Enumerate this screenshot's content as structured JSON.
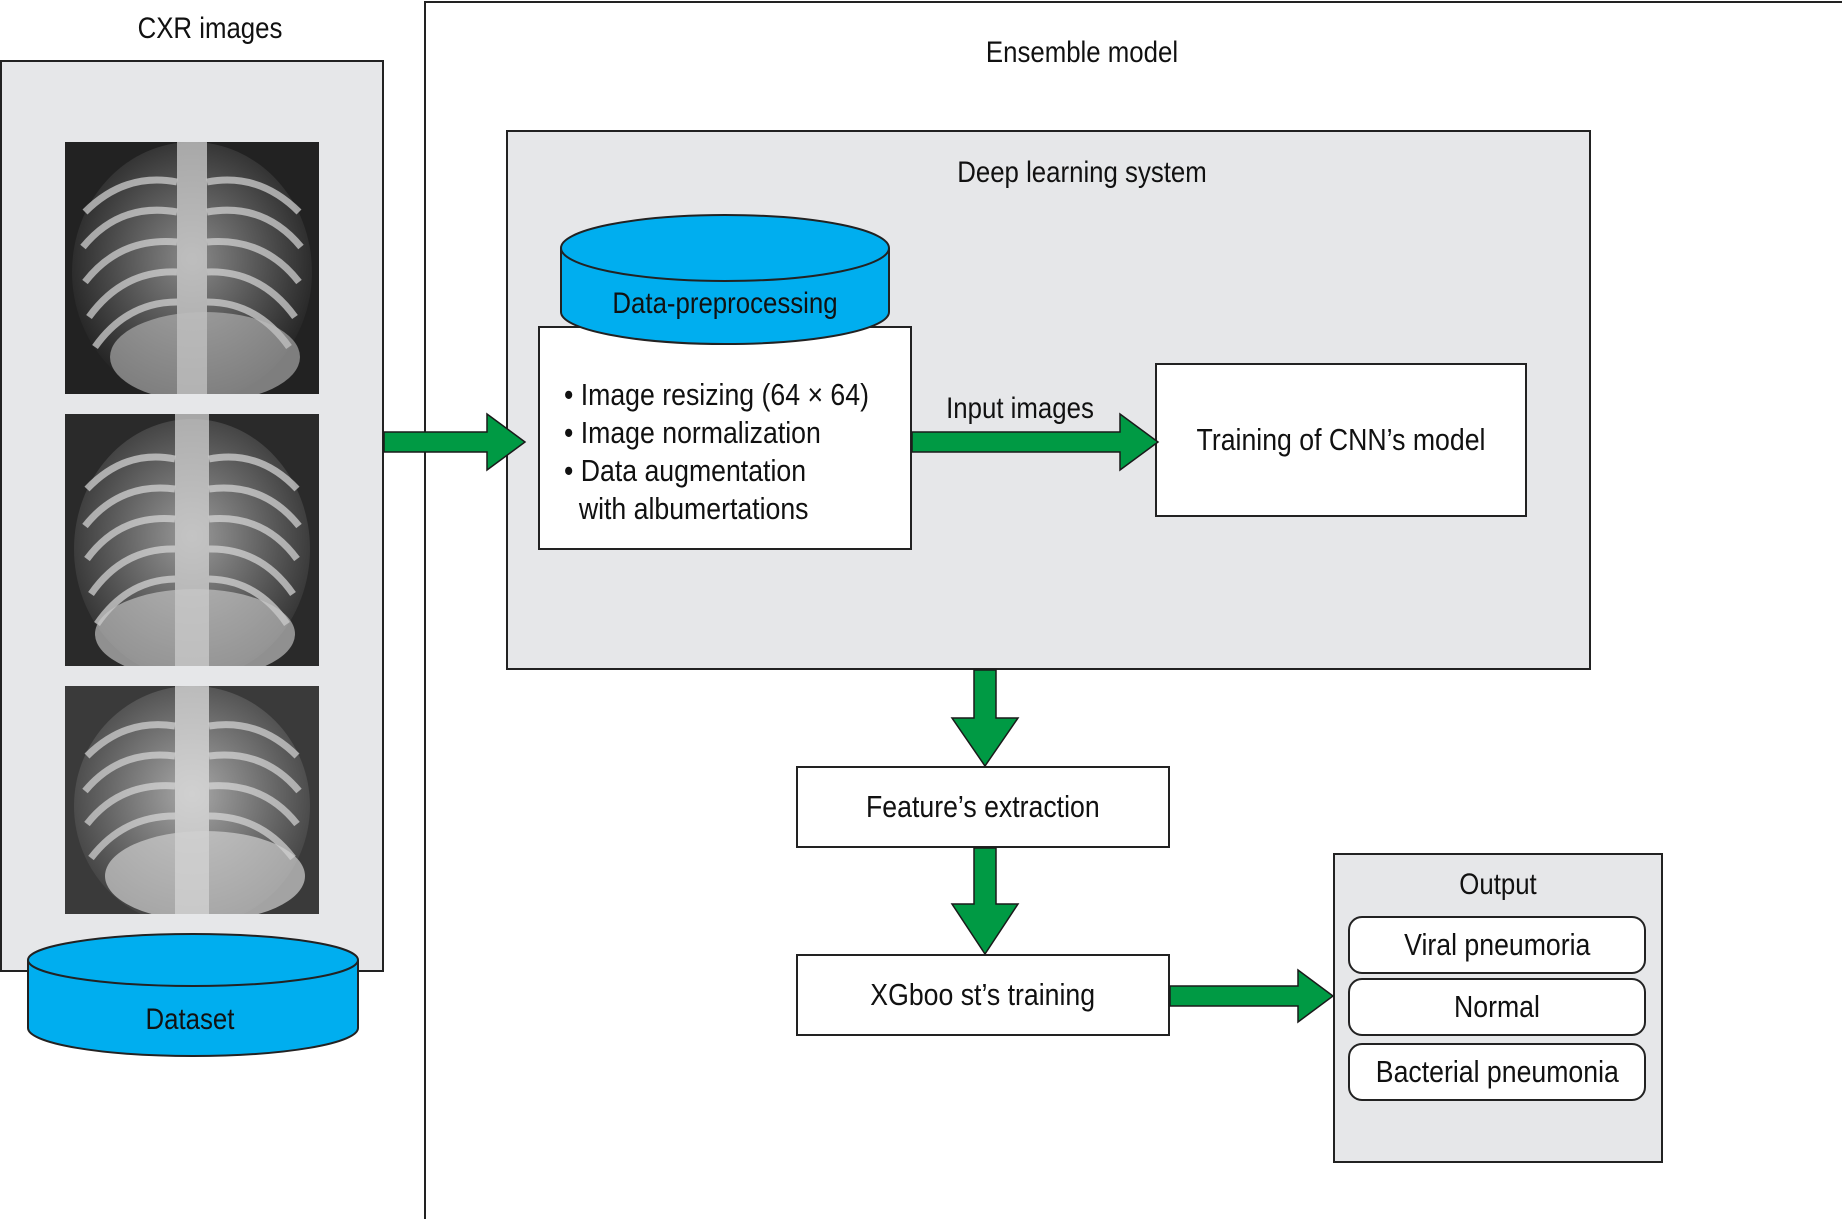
{
  "left_panel": {
    "title": "CXR images",
    "dataset_label": "Dataset"
  },
  "ensemble": {
    "title": "Ensemble model"
  },
  "deep_learning": {
    "title": "Deep learning system",
    "preprocessing_label": "Data-preprocessing",
    "steps": [
      "• Image resizing (64 × 64)",
      "• Image normalization",
      "• Data augmentation",
      "  with albumertations"
    ],
    "arrow_label": "Input images",
    "training_label": "Training of CNN’s model"
  },
  "feature_extraction_label": "Feature’s extraction",
  "xgboost_label": "XGboo st’s training",
  "output": {
    "title": "Output",
    "classes": [
      "Viral pneumoria",
      "Normal",
      "Bacterial pneumonia"
    ]
  },
  "colors": {
    "arrow_green": "#009a44",
    "cylinder_blue": "#00aeef",
    "panel_gray": "#e6e7e9"
  }
}
